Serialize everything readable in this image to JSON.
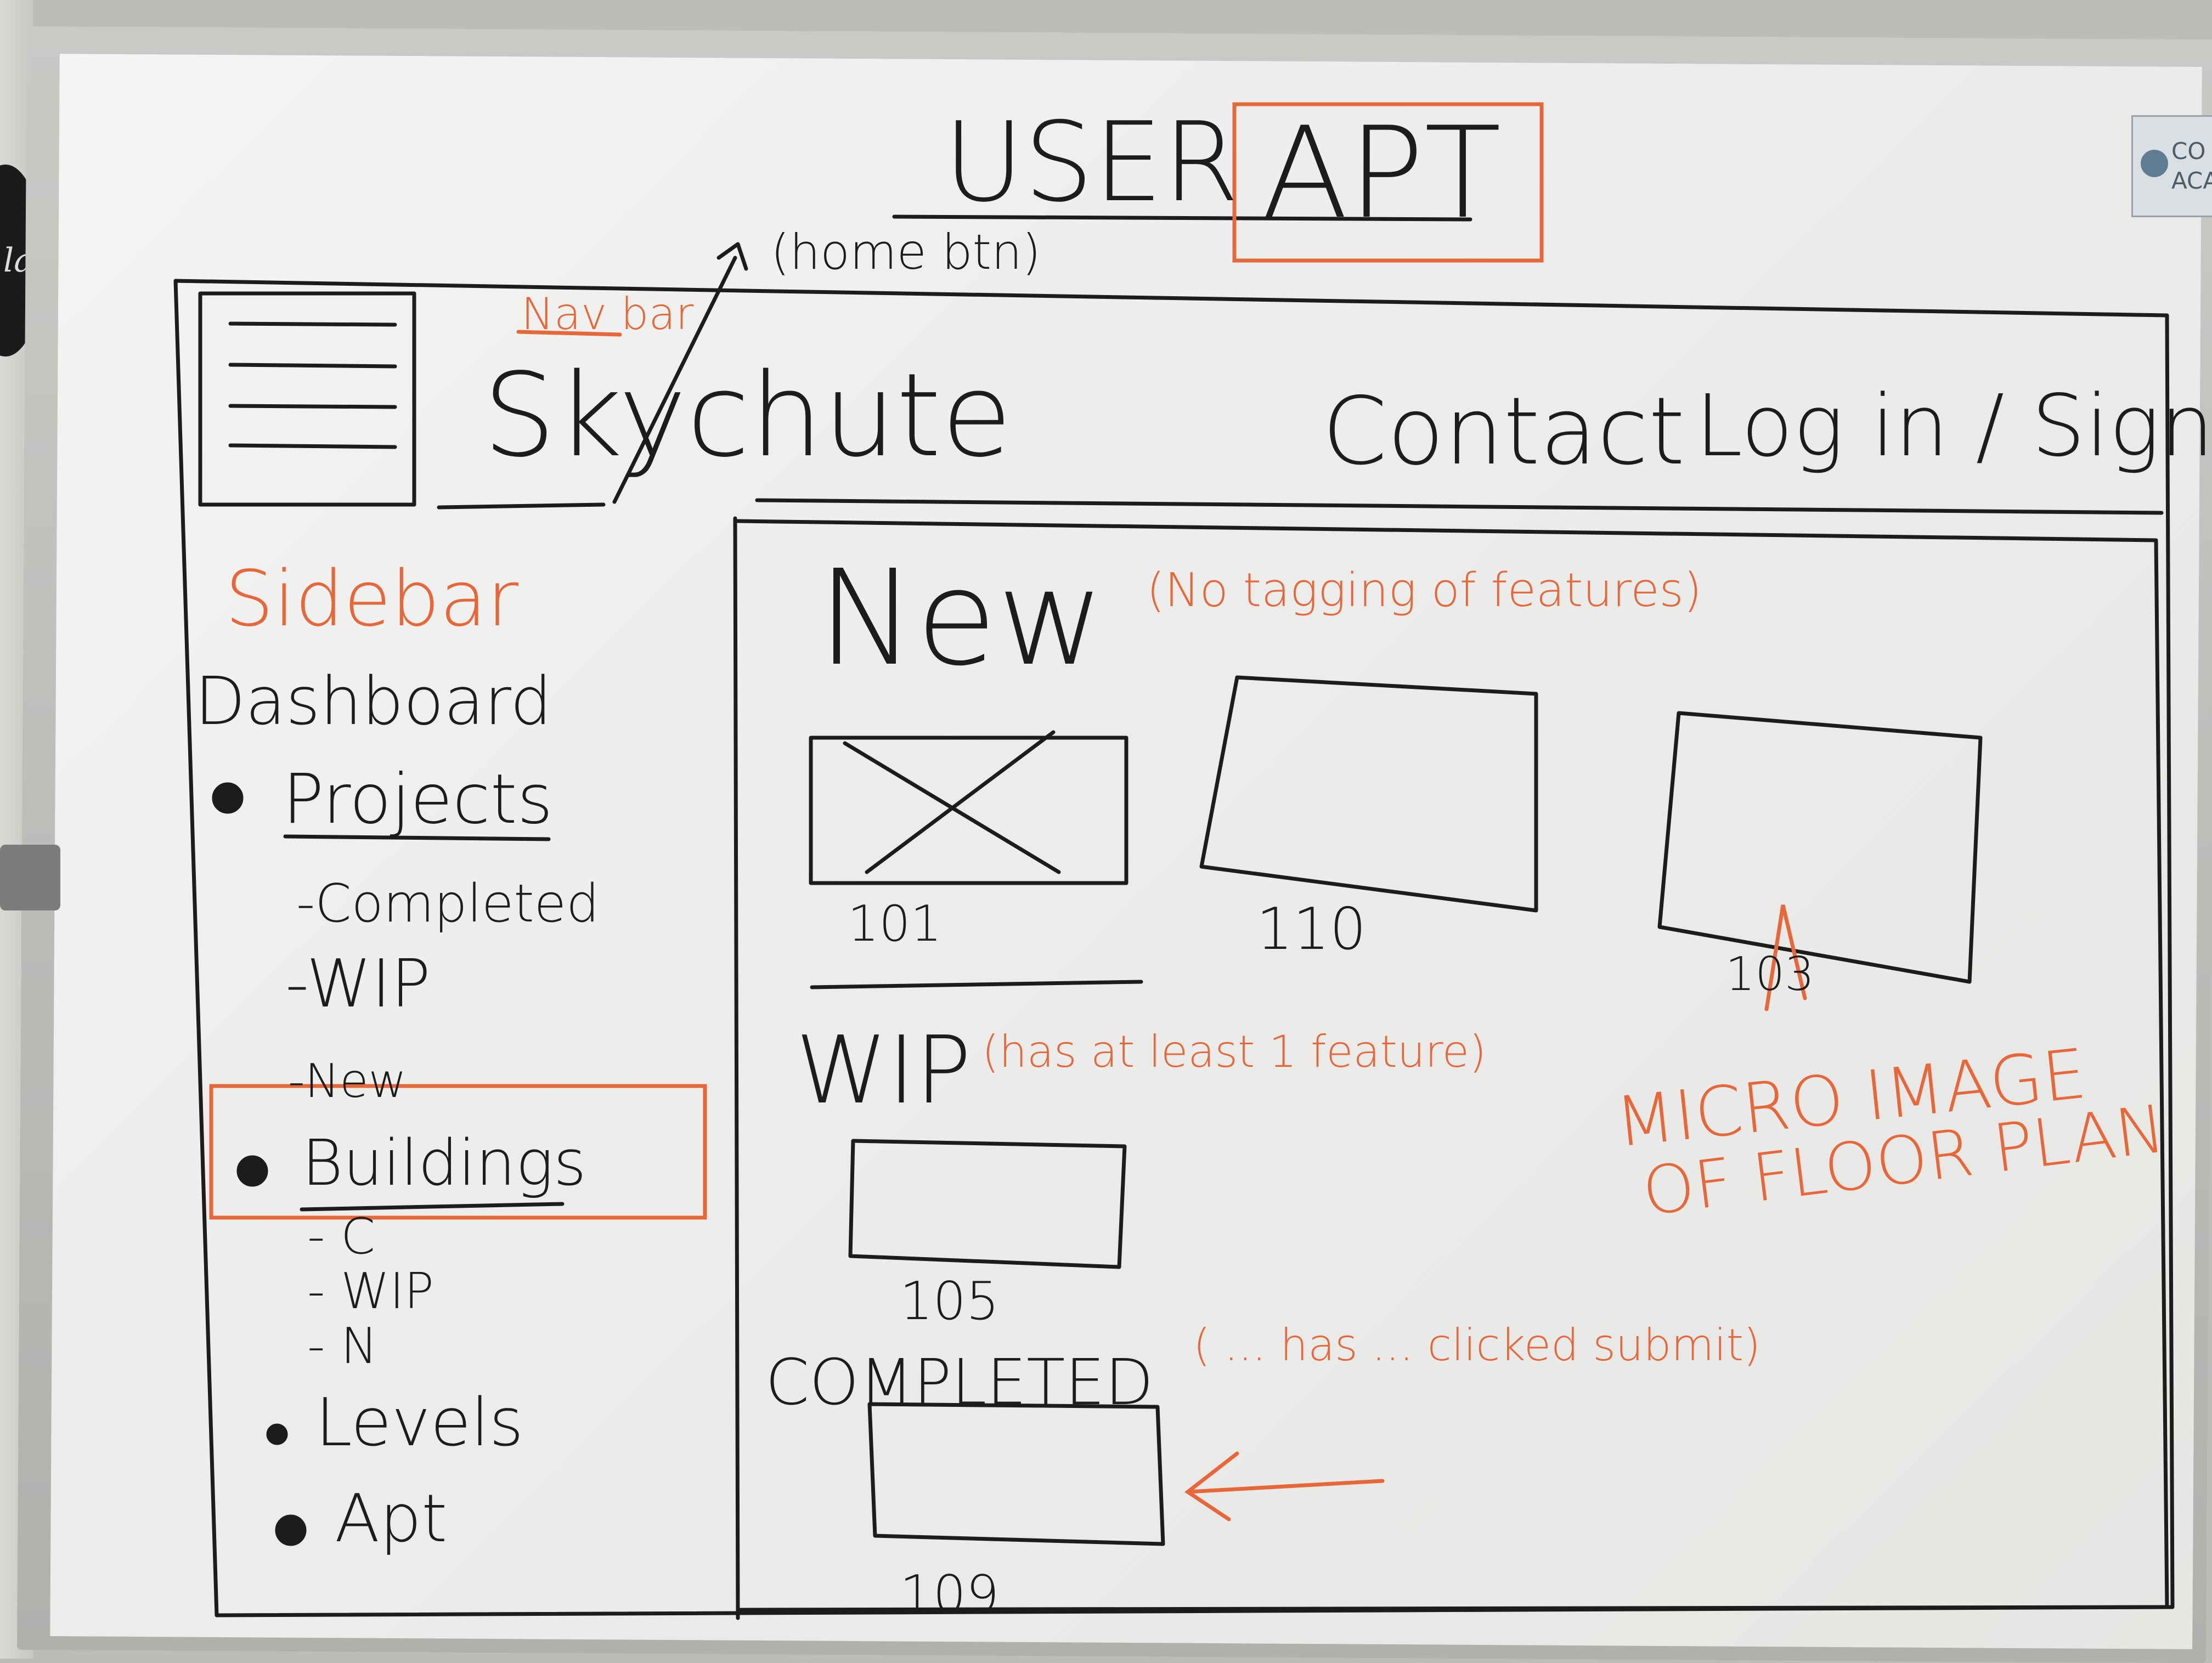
{
  "title": {
    "user": "USER",
    "apt": "APT"
  },
  "navbar": {
    "annotation": "Nav bar",
    "home_btn_note": "(home btn)",
    "brand": "Skychute",
    "contact": "Contact",
    "login": "Log in / Sign Out"
  },
  "sidebar": {
    "annotation": "Sidebar",
    "dashboard": "Dashboard",
    "projects": "Projects",
    "project_items": [
      "-Completed",
      "-WIP",
      "-New"
    ],
    "buildings": "Buildings",
    "building_items": [
      "- C",
      "- WIP",
      "- N"
    ],
    "levels": "Levels",
    "apt": "Apt"
  },
  "main": {
    "new": {
      "heading": "New",
      "note": "(No tagging of features)",
      "tiles": [
        {
          "label": "101",
          "placeholder": true
        },
        {
          "label": "110",
          "placeholder": false
        },
        {
          "label": "103",
          "placeholder": false
        }
      ]
    },
    "wip": {
      "heading": "WIP",
      "note": "(has at least 1 feature)",
      "tiles": [
        {
          "label": "105"
        }
      ]
    },
    "completed": {
      "heading": "COMPLETED",
      "note": "( ... has ... clicked submit)",
      "tiles": [
        {
          "label": "109"
        }
      ]
    },
    "micro_note_line1": "MICRO IMAGE",
    "micro_note_line2": "OF FLOOR PLAN"
  },
  "corner_logo_text": [
    "CO",
    "ACA"
  ],
  "disc_text": "la",
  "colors": {
    "ink_black": "#1c1c1c",
    "ink_orange": "#e8673a",
    "board": "#eeeeec"
  }
}
